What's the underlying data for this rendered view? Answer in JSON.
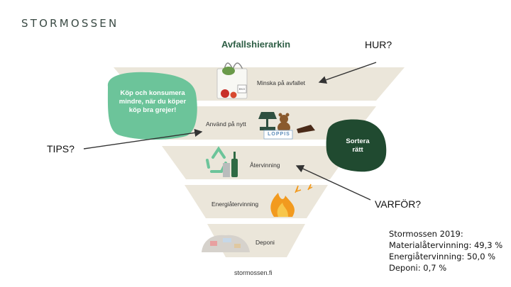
{
  "brand": {
    "logo_text": "STORMOSSEN"
  },
  "diagram": {
    "title": "Avfallshierarkin",
    "tiers": [
      {
        "label": "Minska på avfallet"
      },
      {
        "label": "Använd på nytt"
      },
      {
        "label": "Återvinning"
      },
      {
        "label": "Energiåtervinning"
      },
      {
        "label": "Deponi"
      }
    ],
    "bubble_text": [
      "Köp och konsumera",
      "mindre, när du köper",
      "köp bra grejer!"
    ],
    "sort_text": [
      "Sortera",
      "rätt"
    ],
    "loppis_sign": "LOPPIS",
    "eco_label": "EKO",
    "footer": "stormossen.fi",
    "colors": {
      "tier": "#ebe6da",
      "bubble": "#6cc49a",
      "sort": "#204a30",
      "title": "#2e5e45"
    }
  },
  "annotations": {
    "hur": "HUR?",
    "tips": "TIPS?",
    "varfor": "VARFÖR?"
  },
  "stats": {
    "heading": "Stormossen 2019:",
    "material": "Materialåtervinning: 49,3 %",
    "energy": "Energiåtervinning: 50,0 %",
    "landfill": "Deponi: 0,7 %"
  }
}
